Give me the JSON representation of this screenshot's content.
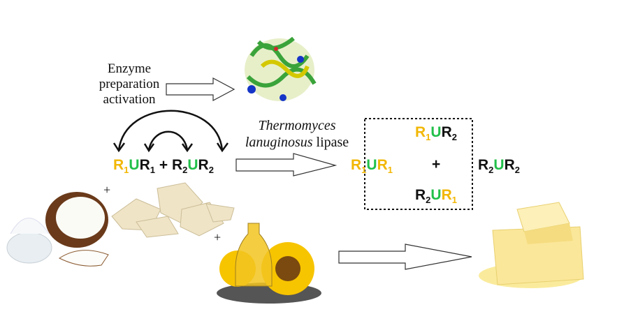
{
  "labels": {
    "enzyme_step": [
      "Enzyme",
      "preparation",
      "activation"
    ],
    "enzyme_name_italic": "Thermomyces",
    "enzyme_name_italic2": "lanuginosus",
    "enzyme_name_rest": " lipase"
  },
  "formula": {
    "R1": "R",
    "U": "U",
    "one": "1",
    "two": "2",
    "plus": "+"
  },
  "colors": {
    "yellow": "#f2b705",
    "green": "#22c04a",
    "black": "#111111"
  },
  "icons": [
    "protein-structure-image",
    "coconut-oil-image",
    "cocoa-butter-image",
    "sunflower-oil-image",
    "butter-image"
  ]
}
